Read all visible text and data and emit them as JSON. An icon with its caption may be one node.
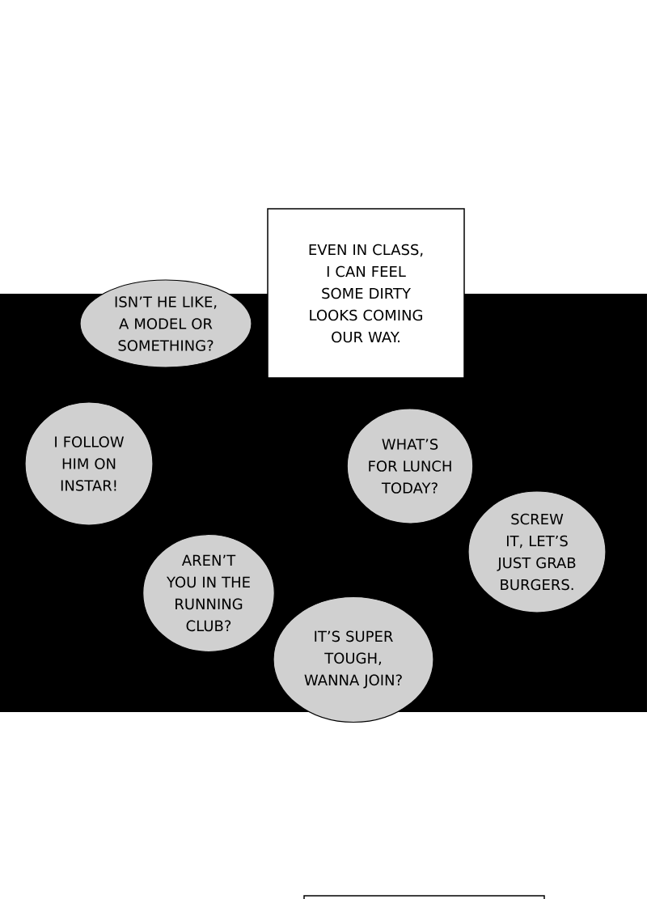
{
  "diagram": {
    "nodes": [
      {
        "text": [
          "EVEN IN CLASS, I CAN FEEL SOME DIRTY LOOKS COMING OUR WAY."
        ]
      },
      {
        "text": [
          "ISN’T HE LIKE, A MODEL OR SOMETHING?"
        ]
      },
      {
        "text": [
          "I FOLLOW HIM ON INSTAR!"
        ]
      },
      {
        "text": [
          "WHAT’S FOR LUNCH TODAY?"
        ]
      },
      {
        "text": [
          "SCREW IT, LET’S JUST GRAB BURGERS."
        ]
      },
      {
        "text": [
          "AREN’T YOU IN THE RUNNING CLUB?"
        ]
      },
      {
        "text": [
          "IT’S SUPER TOUGH, WANNA JOIN?"
        ]
      },
      {
        "text": [],
        "shape": "box"
      }
    ]
  }
}
